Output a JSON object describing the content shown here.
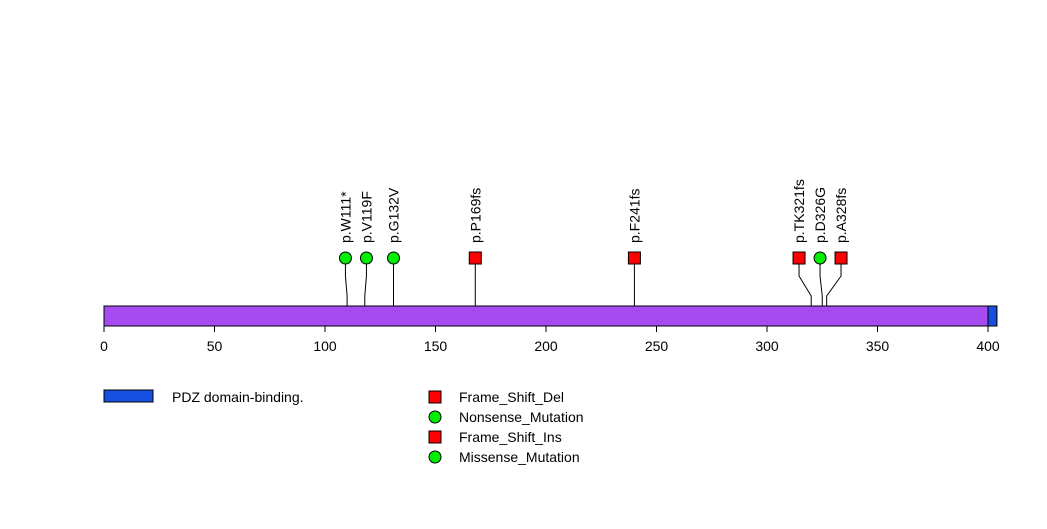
{
  "chart_data": {
    "type": "lollipop",
    "protein_length": 404,
    "xlim": [
      0,
      404
    ],
    "x_ticks": [
      0,
      50,
      100,
      150,
      200,
      250,
      300,
      350,
      400
    ],
    "backbone_color": "#A64BF0",
    "domains": [
      {
        "name": "PDZ domain-binding.",
        "start": 400,
        "end": 404,
        "color": "#1550E0"
      }
    ],
    "mutations": [
      {
        "label": "p.W111*",
        "position": 110,
        "type": "Nonsense_Mutation"
      },
      {
        "label": "p.V119F",
        "position": 118,
        "type": "Missense_Mutation"
      },
      {
        "label": "p.G132V",
        "position": 131,
        "type": "Missense_Mutation"
      },
      {
        "label": "p.P169fs",
        "position": 168,
        "type": "Frame_Shift_Del"
      },
      {
        "label": "p.F241fs",
        "position": 240,
        "type": "Frame_Shift_Del"
      },
      {
        "label": "p.TK321fs",
        "position": 320,
        "type": "Frame_Shift_Ins"
      },
      {
        "label": "p.D326G",
        "position": 325,
        "type": "Missense_Mutation"
      },
      {
        "label": "p.A328fs",
        "position": 327,
        "type": "Frame_Shift_Del"
      }
    ],
    "legend": [
      {
        "label": "Frame_Shift_Del",
        "shape": "square",
        "color": "#FF0000"
      },
      {
        "label": "Nonsense_Mutation",
        "shape": "circle",
        "color": "#00EE00"
      },
      {
        "label": "Frame_Shift_Ins",
        "shape": "square",
        "color": "#FF0000"
      },
      {
        "label": "Missense_Mutation",
        "shape": "circle",
        "color": "#00EE00"
      }
    ]
  }
}
